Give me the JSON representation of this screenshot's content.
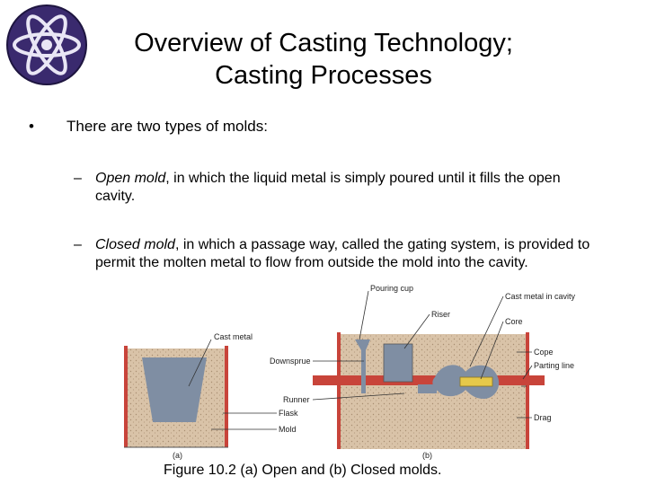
{
  "title_line1": "Overview of Casting Technology;",
  "title_line2": "Casting Processes",
  "bullet": {
    "marker": "•",
    "text": "There are two types of molds:"
  },
  "subpoints": [
    {
      "dash": "–",
      "term": "Open mold",
      "rest": ", in which the liquid metal is simply poured until it fills the open cavity."
    },
    {
      "dash": "–",
      "term": "Closed mold",
      "rest": ", in which a passage way, called the gating system, is provided to permit the molten metal to flow from outside the mold into the cavity."
    }
  ],
  "figure": {
    "labels": {
      "cast_metal": "Cast metal",
      "flask": "Flask",
      "mold": "Mold",
      "pouring_cup": "Pouring cup",
      "downsprue": "Downsprue",
      "runner": "Runner",
      "riser": "Riser",
      "cast_metal_in_cavity": "Cast metal in cavity",
      "core": "Core",
      "cope": "Cope",
      "parting_line": "Parting line",
      "drag": "Drag",
      "part_a": "(a)",
      "part_b": "(b)"
    }
  },
  "caption": "Figure 10.2  (a) Open and (b) Closed molds.",
  "colors": {
    "sand": "#d9c3a8",
    "flask": "#c8443a",
    "metal": "#7f8ea3",
    "core": "#e6c94a",
    "logo_bg": "#3a2a6e"
  }
}
